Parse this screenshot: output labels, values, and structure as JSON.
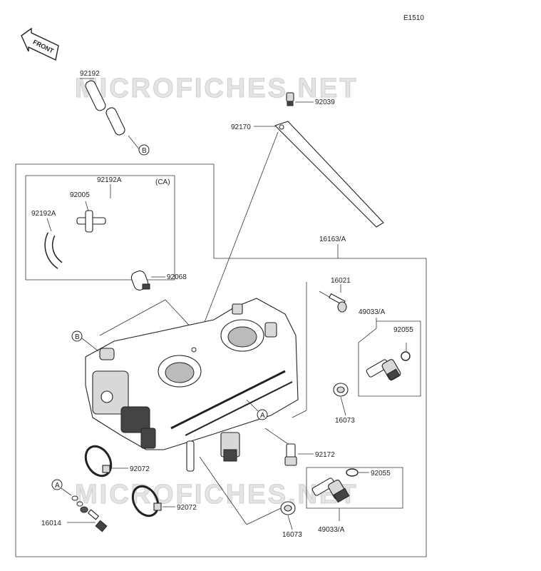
{
  "diagram_code": "E1510",
  "watermark": "MICROFICHES.NET",
  "front_label": "FRONT",
  "group_code": "(CA)",
  "refs": {
    "A": "A",
    "B": "B"
  },
  "labels": {
    "p92192_top": "92192",
    "p92039": "92039",
    "p92170": "92170",
    "p92192A_a": "92192A",
    "p92192A_b": "92192A",
    "p92005": "92005",
    "p16163": "16163/A",
    "p92068": "92068",
    "p16021": "16021",
    "p49033_a": "49033/A",
    "p92055_a": "92055",
    "p16073_a": "16073",
    "p92172": "92172",
    "p92072_a": "92072",
    "p92072_b": "92072",
    "p92055_b": "92055",
    "p16014": "16014",
    "p16073_b": "16073",
    "p49033_b": "49033/A"
  }
}
